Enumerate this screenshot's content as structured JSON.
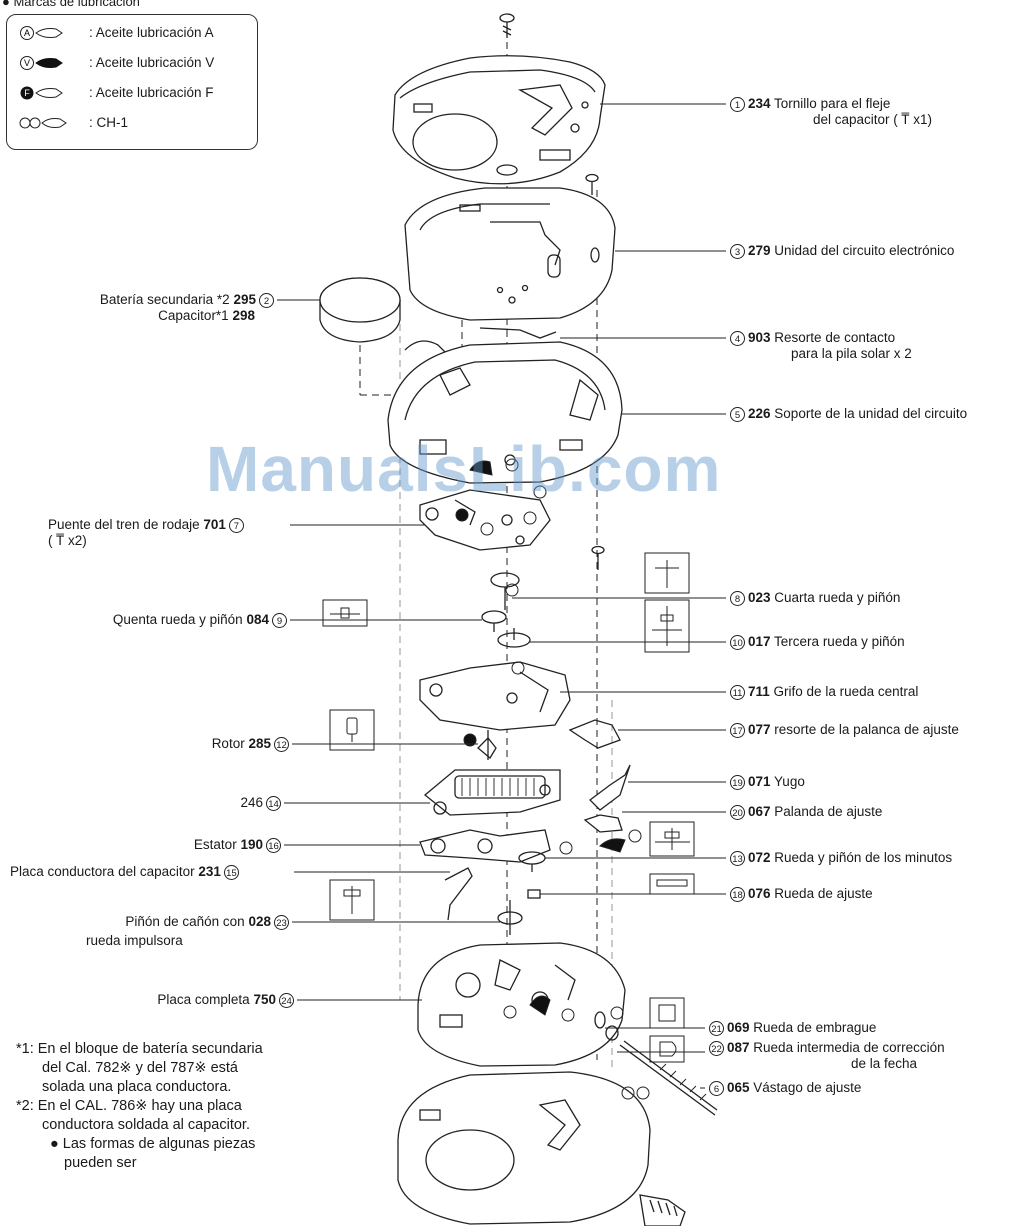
{
  "legend": {
    "title": "● Marcas de lubricación",
    "items": [
      {
        "symbol": "A",
        "label": ": Aceite lubricación A"
      },
      {
        "symbol": "V",
        "label": ": Aceite lubricación V"
      },
      {
        "symbol": "F",
        "label": ": Aceite lubricación F"
      },
      {
        "symbol": "",
        "label": ": CH-1"
      }
    ]
  },
  "watermark": "ManualsLib.com",
  "parts_right": [
    {
      "num": "1",
      "code": "234",
      "name": "Tornillo para el fleje",
      "line2": "del capacitor ( T̅ x1)"
    },
    {
      "num": "3",
      "code": "279",
      "name": "Unidad del circuito electrónico",
      "line2": ""
    },
    {
      "num": "4",
      "code": "903",
      "name": "Resorte de contacto",
      "line2": "para la pila solar x 2"
    },
    {
      "num": "5",
      "code": "226",
      "name": "Soporte de la unidad del circuito",
      "line2": ""
    },
    {
      "num": "8",
      "code": "023",
      "name": "Cuarta rueda y piñón",
      "line2": ""
    },
    {
      "num": "10",
      "code": "017",
      "name": "Tercera rueda y piñón",
      "line2": ""
    },
    {
      "num": "11",
      "code": "711",
      "name": "Grifo de la rueda central",
      "line2": ""
    },
    {
      "num": "17",
      "code": "077",
      "name": "resorte de la palanca de ajuste",
      "line2": ""
    },
    {
      "num": "19",
      "code": "071",
      "name": "Yugo",
      "line2": ""
    },
    {
      "num": "20",
      "code": "067",
      "name": "Palanda de ajuste",
      "line2": ""
    },
    {
      "num": "13",
      "code": "072",
      "name": "Rueda y piñón de los minutos",
      "line2": ""
    },
    {
      "num": "18",
      "code": "076",
      "name": "Rueda de ajuste",
      "line2": ""
    },
    {
      "num": "21",
      "code": "069",
      "name": "Rueda de embrague",
      "line2": ""
    },
    {
      "num": "22",
      "code": "087",
      "name": "Rueda intermedia de corrección",
      "line2": "de la fecha"
    },
    {
      "num": "6",
      "code": "065",
      "name": "Vástago de ajuste",
      "line2": ""
    }
  ],
  "parts_left": [
    {
      "num": "2",
      "name": "Batería secundaria *2",
      "code": "295",
      "line2": "Capacitor*1",
      "code2": "298"
    },
    {
      "num": "7",
      "name": "Puente del tren de rodaje",
      "code": "701",
      "line2": "( T̅ x2)",
      "code2": ""
    },
    {
      "num": "9",
      "name": "Quenta rueda y piñón",
      "code": "084",
      "line2": "",
      "code2": ""
    },
    {
      "num": "12",
      "name": "Rotor",
      "code": "285",
      "line2": "",
      "code2": ""
    },
    {
      "num": "14",
      "name": "",
      "code": "246",
      "line2": "",
      "code2": ""
    },
    {
      "num": "16",
      "name": "Estator",
      "code": "190",
      "line2": "",
      "code2": ""
    },
    {
      "num": "15",
      "name": "Placa conductora del capacitor",
      "code": "231",
      "line2": "",
      "code2": ""
    },
    {
      "num": "23",
      "name": "Piñón de cañón con",
      "code": "028",
      "line2": "rueda impulsora",
      "code2": ""
    },
    {
      "num": "24",
      "name": "Placa completa",
      "code": "750",
      "line2": "",
      "code2": ""
    }
  ],
  "notes": [
    "*1: En el bloque de batería secundaria del Cal. 782※ y del 787※ está solada una placa conductora.",
    "*2: En el CAL. 786※ hay una placa conductora soldada al capacitor.",
    "● Las formas de algunas piezas pueden ser"
  ]
}
